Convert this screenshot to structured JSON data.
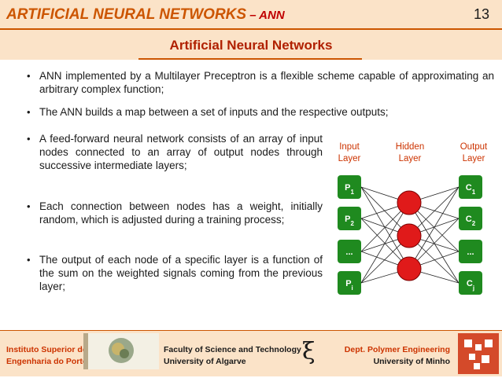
{
  "header": {
    "title": "ARTIFICIAL NEURAL NETWORKS",
    "title_suffix": " – ANN",
    "slide_number": "13",
    "subtitle": "Artificial Neural Networks"
  },
  "bullets": [
    "ANN implemented by a Multilayer Preceptron is a flexible scheme capable of approximating an arbitrary complex function;",
    "The ANN builds a map between a set of inputs and the respective outputs;",
    "A feed-forward neural network consists of an array of input nodes connected to an array of output nodes through successive intermediate layers;",
    "Each connection between nodes has a weight, initially random, which is adjusted during a training process;",
    "The output of each node of a specific layer is a function of the sum on the weighted signals coming from the previous layer;"
  ],
  "diagram": {
    "input_label": [
      "Input",
      "Layer"
    ],
    "hidden_label": [
      "Hidden",
      "Layer"
    ],
    "output_label": [
      "Output",
      "Layer"
    ],
    "input_nodes": [
      {
        "base": "P",
        "sub": "1"
      },
      {
        "base": "P",
        "sub": "2"
      },
      {
        "base": "...",
        "sub": ""
      },
      {
        "base": "P",
        "sub": "i"
      }
    ],
    "output_nodes": [
      {
        "base": "C",
        "sub": "1"
      },
      {
        "base": "C",
        "sub": "2"
      },
      {
        "base": "...",
        "sub": ""
      },
      {
        "base": "C",
        "sub": "j"
      }
    ],
    "hidden_count": 3,
    "colors": {
      "input_node": "#1f8a1f",
      "hidden_node": "#e01a1a",
      "output_node": "#1f8a1f",
      "label": "#cc3300"
    }
  },
  "footer": {
    "left_line1": "Instituto Superior de",
    "left_line2": "Engenharia do Porto",
    "center_line1": "Faculty of Science and Technology",
    "center_line2": "University of Algarve",
    "symbol": "ξ",
    "right_line1": "Dept. Polymer Engineering",
    "right_line2": "University of Minho"
  },
  "colors": {
    "accent": "#cc5500",
    "band": "#fbe3c8"
  }
}
